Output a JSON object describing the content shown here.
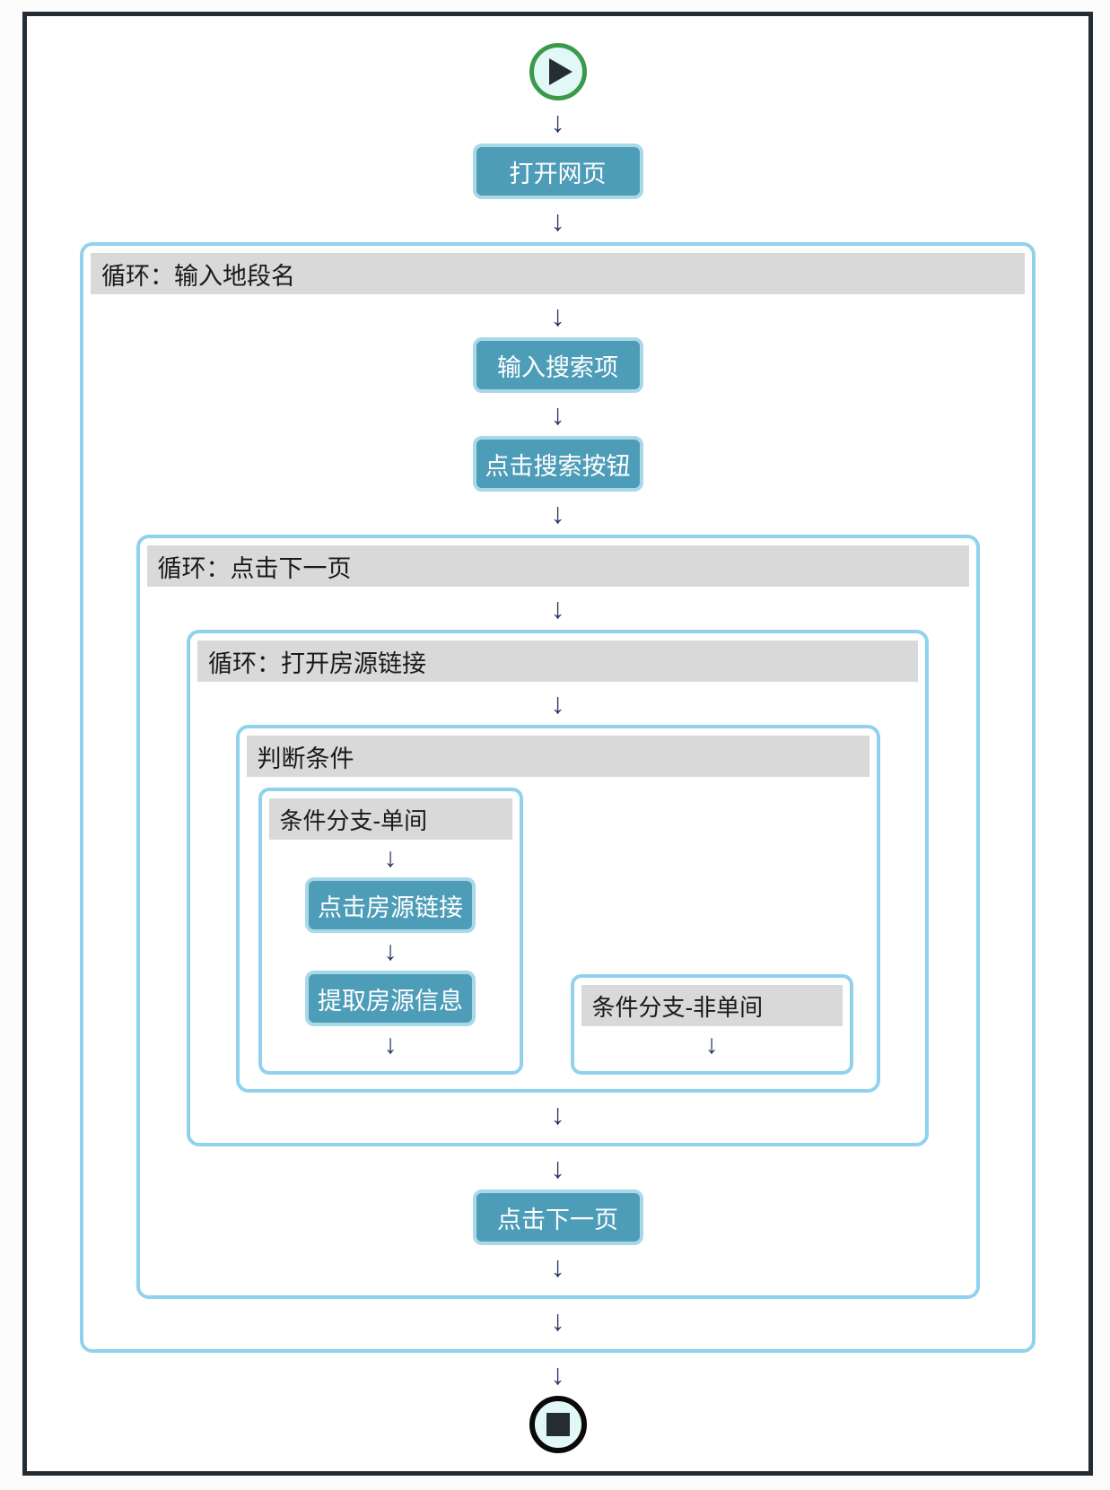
{
  "icons": {
    "arrow_down": "↓",
    "start": "play-icon",
    "end": "stop-icon"
  },
  "colors": {
    "node_fill": "#4e9db8",
    "node_border": "#a9d8e9",
    "container_border": "#90d2ee",
    "header_bg": "#d9d9d9",
    "start_ring_green": "#3b9a49",
    "stop_ring_black": "#0a0a0a",
    "frame_border": "#262c33",
    "terminal_fill": "#e1f8f6",
    "icon_glyph_fill": "#262c33"
  },
  "flow": {
    "loop_district": {
      "title": "循环：输入地段名"
    },
    "loop_next_page": {
      "title": "循环：点击下一页"
    },
    "loop_open_listing": {
      "title": "循环：打开房源链接"
    },
    "condition": {
      "title": "判断条件"
    },
    "branch_single": {
      "title": "条件分支-单间"
    },
    "branch_non_single": {
      "title": "条件分支-非单间"
    },
    "nodes": {
      "open_webpage": "打开网页",
      "input_search_term": "输入搜索项",
      "click_search_button": "点击搜索按钮",
      "click_listing_link": "点击房源链接",
      "extract_listing_info": "提取房源信息",
      "click_next_page": "点击下一页"
    }
  }
}
